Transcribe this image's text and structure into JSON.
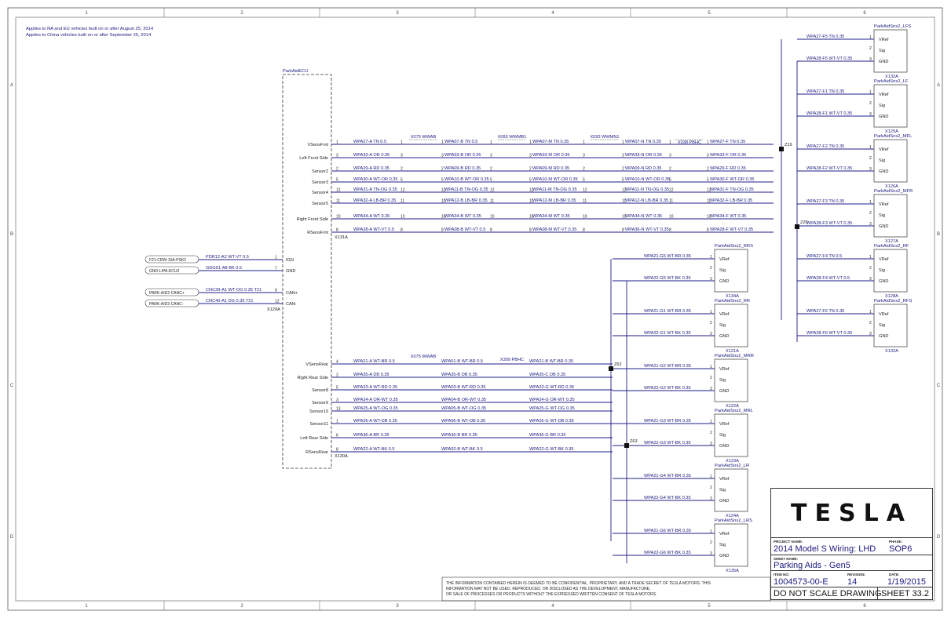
{
  "notes": [
    "Applies to NA and EU vehicles built on or after August 25, 2014",
    "Applies to China vehicles built on or after September 25, 2014"
  ],
  "ruler": {
    "columns": [
      "1",
      "2",
      "3",
      "4",
      "5",
      "6"
    ],
    "rows": [
      "A",
      "B",
      "C",
      "D"
    ]
  },
  "ecu": {
    "label": "ParkAidECU",
    "front_pins": [
      {
        "name": "VSensFrnt",
        "pin": "1"
      },
      {
        "name": "Left Front Side",
        "pin": "3"
      },
      {
        "name": "Sensor2",
        "pin": "2"
      },
      {
        "name": "Sensor3",
        "pin": "5"
      },
      {
        "name": "Sensor4",
        "pin": "12"
      },
      {
        "name": "Sensor5",
        "pin": "11"
      },
      {
        "name": "Right Front Side",
        "pin": "10"
      },
      {
        "name": "RSensFrnt",
        "pin": "8"
      }
    ],
    "front_connector": "X131A",
    "power_pins": [
      {
        "name": "IGN",
        "pin": "1"
      },
      {
        "name": "GND",
        "pin": "7"
      },
      {
        "name": "CAN+",
        "pin": "6"
      },
      {
        "name": "CAN-",
        "pin": "12"
      }
    ],
    "power_connector": "X129A",
    "rear_pins": [
      {
        "name": "VSensRear",
        "pin": "4"
      },
      {
        "name": "Right Rear Side",
        "pin": "2"
      },
      {
        "name": "Sensor8",
        "pin": "5"
      },
      {
        "name": "Sensor9",
        "pin": "3"
      },
      {
        "name": "Sensor10",
        "pin": "13"
      },
      {
        "name": "Sensor11",
        "pin": "1"
      },
      {
        "name": "Left Rear Side",
        "pin": "6"
      },
      {
        "name": "RSensRear",
        "pin": "8"
      }
    ],
    "rear_connector": "X130A"
  },
  "power_inputs": [
    {
      "source": "F21-CRW-10A-PSK2",
      "wire": "PDR12-A2 WT-VT 0.5"
    },
    {
      "source": "GND-LIPA-ECU2",
      "wire": "GDG01-A8 BK 0.5"
    },
    {
      "source": "PARK-AID2-CANC+",
      "wire": "CNC39-A1 WT-OG 0.35 T21"
    },
    {
      "source": "PARK-AID2-CANC-",
      "wire": "CNC40-A1 DG 0.35 T21"
    }
  ],
  "front_wires": [
    [
      "WPA27-A TN 0.5",
      "WPA07-B TN 0.5",
      "WPA07-M TN 0.35",
      "WPA07-N TN 0.35",
      "WPA27-F TN 0.35"
    ],
    [
      "WPA33-A OR 0.35",
      "WPA33-B OR 0.35",
      "WPA33-M OR 0.35",
      "WPA33-N OR 0.35",
      "WPA33-F OR 0.35"
    ],
    [
      "WPA29-A RD 0.35",
      "WPA09-B RD 0.35",
      "WPA09-M RD 0.35",
      "WPA09-N RD 0.35",
      "WPA29-F RD 0.35"
    ],
    [
      "WPA30-A WT-OR 0.35",
      "WPA10-B WT-OR 0.35",
      "WPA10-M WT-OR 0.35",
      "WPA10-N WT-OR 0.35",
      "WPA30-F WT-OR 0.35"
    ],
    [
      "WPA31-A TN-OG 0.35",
      "WPA11-B TN-OG 0.35",
      "WPA11-M TN-OG 0.35",
      "WPA11-N TN-OG 0.35",
      "WPA31-F TN-OG 0.35"
    ],
    [
      "WPA32-A LB-BR 0.35",
      "WPA12-B LB-BR 0.35",
      "WPA12-M LB-BR 0.35",
      "WPA12-N LB-BR 0.35",
      "WPA32-F LB-BR 0.35"
    ],
    [
      "WPA34-A WT 0.35",
      "WPA34-B WT 0.35",
      "WPA34-M WT 0.35",
      "WPA34-N WT 0.35",
      "WPA34-F WT 0.35"
    ],
    [
      "WPA28-A WT-VT 0.5",
      "WPA08-B WT-VT 0.5",
      "WPA08-M WT-VT 0.35",
      "WPA36-N WT-VT 0.35",
      "WPA28-F WT-VT 0.35"
    ]
  ],
  "front_connectors": [
    "X075 WWAB",
    "X093 WWMB1",
    "X093 WWMN1",
    "X038 PBHC"
  ],
  "rear_wires": [
    [
      "WPA21-A WT-BR 0.5",
      "WPA01-B WT-BR 0.5",
      "WPA21-B WT-BR 0.35"
    ],
    [
      "WPA35-A DB 0.35",
      "WPA35-B DB 0.35",
      "WPA35-C DB 0.35"
    ],
    [
      "WPA23-A WT-RD 0.35",
      "WPA03-B WT-RD 0.35",
      "WPA23-G WT-RD 0.35"
    ],
    [
      "WPA24-A OR-WT 0.35",
      "WPA04-B OR-WT 0.35",
      "WPA24-G OR-WT 0.35"
    ],
    [
      "WPA25-A WT-OG 0.35",
      "WPA05-B WT-OG 0.35",
      "WPA25-G WT-OG 0.35"
    ],
    [
      "WPA26-A WT-DB 0.35",
      "WPA06-B WT-DB 0.35",
      "WPA26-G WT-DB 0.35"
    ],
    [
      "WPA36-A BR 0.35",
      "WPA36-B BR 0.35",
      "WPA36-G BR 0.35"
    ],
    [
      "WPA22-A WT-BK 0.5",
      "WPA02-B WT-BK 0.5",
      "WPA22-G WT-BK 0.35"
    ]
  ],
  "rear_connectors": [
    "X075 WWAB",
    "X309 PBHC"
  ],
  "splices": [
    "Z19",
    "Z20",
    "Z62",
    "Z63"
  ],
  "front_sensors": [
    {
      "name": "ParkAidSns2_LFS",
      "conn": "X132A",
      "wires": [
        "WPA27-F5 TN 0.35",
        "WPA28-F5 WT-VT 0.35"
      ]
    },
    {
      "name": "ParkAidSns2_LF",
      "conn": "X125A",
      "wires": [
        "WPA27-F1 TN 0.35",
        "WPA28-F1 WT-VT 0.35"
      ]
    },
    {
      "name": "ParkAidSns2_MFL",
      "conn": "X126A",
      "wires": [
        "WPA27-F2 TN 0.35",
        "WPA28-F2 WT-VT 0.35"
      ]
    },
    {
      "name": "ParkAidSns2_MFR",
      "conn": "X127A",
      "wires": [
        "WPA27-F3 TN 0.35",
        "WPA28-F3 WT-VT 0.35"
      ]
    },
    {
      "name": "ParkAidSns2_RF",
      "conn": "X128A",
      "wires": [
        "WPA27-F4 TN 0.5",
        "WPA28-F4 WT-VT 0.5"
      ]
    },
    {
      "name": "ParkAidSns2_RFS",
      "conn": "X132A",
      "wires": [
        "WPA27-F6 TN 0.35",
        "WPA28-F6 WT-VT 0.35"
      ]
    }
  ],
  "rear_sensors": [
    {
      "name": "ParkAidSns2_RRS",
      "conn": "X134A",
      "wires": [
        "WPA21-G5 WT-BR 0.35",
        "WPA22-G5 WT-BK 0.35"
      ]
    },
    {
      "name": "ParkAidSns2_RR",
      "conn": "X121A",
      "wires": [
        "WPA21-G1 WT-BR 0.35",
        "WPA22-G1 WT-BK 0.35"
      ]
    },
    {
      "name": "ParkAidSns2_MRR",
      "conn": "X122A",
      "wires": [
        "WPA21-G2 WT-BR 0.35",
        "WPA22-G2 WT-BK 0.35"
      ]
    },
    {
      "name": "ParkAidSns2_MRL",
      "conn": "X123A",
      "wires": [
        "WPA21-G3 WT-BR 0.35",
        "WPA22-G3 WT-BK 0.35"
      ]
    },
    {
      "name": "ParkAidSns2_LR",
      "conn": "X124A",
      "wires": [
        "WPA21-G4 WT-BR 0.35",
        "WPA22-G4 WT-BK 0.35"
      ]
    },
    {
      "name": "ParkAidSns2_LRS",
      "conn": "X135A",
      "wires": [
        "WPA21-G6 WT-BR 0.35",
        "WPA22-G6 WT-BK 0.35"
      ]
    }
  ],
  "sensor_pins": [
    "VRef",
    "Sig",
    "GND"
  ],
  "disclaimer": [
    "THE INFORMATION CONTAINED HEREIN IS DEEMED TO BE CONFIDENTIAL, PROPRIETARY, AND A TRADE SECRET OF TESLA MOTORS. THIS",
    "INFORMATION MAY NOT BE USED, REPRODUCED, OR DISCLOSED AS THE DEVELOPMENT, MANUFACTURE,",
    "OR SALE OF PROCESSES OR PRODUCTS WITHOUT THE EXPRESSED WRITTEN CONSENT OF TESLA MOTORS."
  ],
  "title_block": {
    "logo": "TESLA",
    "project_label": "PROJECT NAME:",
    "project": "2014 Model S Wiring: LHD",
    "phase_label": "PHASE:",
    "phase": "SOP6",
    "sheet_name_label": "SHEET NAME:",
    "sheet_name": "Parking Aids - Gen5",
    "item_label": "ITEM NO:",
    "item": "1004573-00-E",
    "revision_label": "REVISION:",
    "revision": "14",
    "date_label": "DATE:",
    "date": "1/19/2015",
    "scale_note": "DO NOT SCALE DRAWING",
    "sheet": "SHEET 33.2"
  }
}
